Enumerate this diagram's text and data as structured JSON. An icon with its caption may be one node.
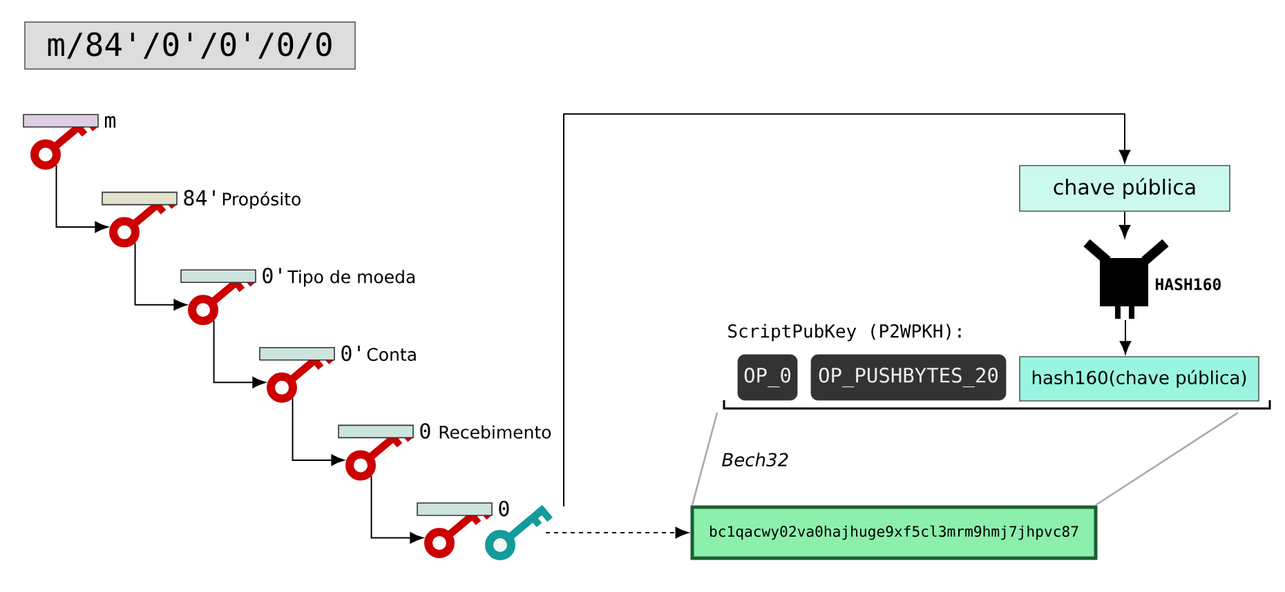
{
  "diagram": {
    "nodes": [
      {
        "text": [
          "m/84'/0'/0'/0/0"
        ]
      },
      {
        "text": [],
        "shape": "key",
        "beside": [
          "m"
        ]
      },
      {
        "text": [],
        "shape": "key",
        "beside": [
          "84'",
          "Propósito"
        ]
      },
      {
        "text": [],
        "shape": "key",
        "beside": [
          "0'",
          "Tipo de moeda"
        ]
      },
      {
        "text": [],
        "shape": "key",
        "beside": [
          "0'",
          "Conta"
        ]
      },
      {
        "text": [],
        "shape": "key",
        "beside": [
          "0",
          "Recebimento"
        ]
      },
      {
        "text": [],
        "shape": "key",
        "beside": [
          "0"
        ]
      },
      {
        "text": [],
        "shape": "key"
      },
      {
        "text": [
          "chave pública"
        ]
      },
      {
        "text": [],
        "shape": "picture",
        "beside": [
          "HASH160"
        ]
      },
      {
        "text": [
          "OP_0"
        ]
      },
      {
        "text": [
          "OP_PUSHBYTES_20"
        ]
      },
      {
        "text": [
          "hash160(chave pública)"
        ]
      },
      {
        "text": [
          "bc1qacwy02va0hajhuge9xf5cl3mrm9hmj7jhpvc87"
        ]
      }
    ],
    "edges": [
      {
        "from": 1,
        "to": 2,
        "arrow": "to"
      },
      {
        "from": 2,
        "to": 3,
        "arrow": "to"
      },
      {
        "from": 3,
        "to": 4,
        "arrow": "to"
      },
      {
        "from": 4,
        "to": 5,
        "arrow": "to"
      },
      {
        "from": 5,
        "to": 6,
        "arrow": "to"
      },
      {
        "from": 7,
        "to": 13,
        "arrow": "to",
        "style": "dashed"
      },
      {
        "from": 7,
        "to": 8,
        "arrow": "to"
      },
      {
        "from": 8,
        "to": 9,
        "arrow": "to"
      },
      {
        "from": 9,
        "to": 12,
        "arrow": "to"
      }
    ],
    "labels": [
      "ScriptPubKey (P2WPKH):",
      "Bech32"
    ]
  }
}
